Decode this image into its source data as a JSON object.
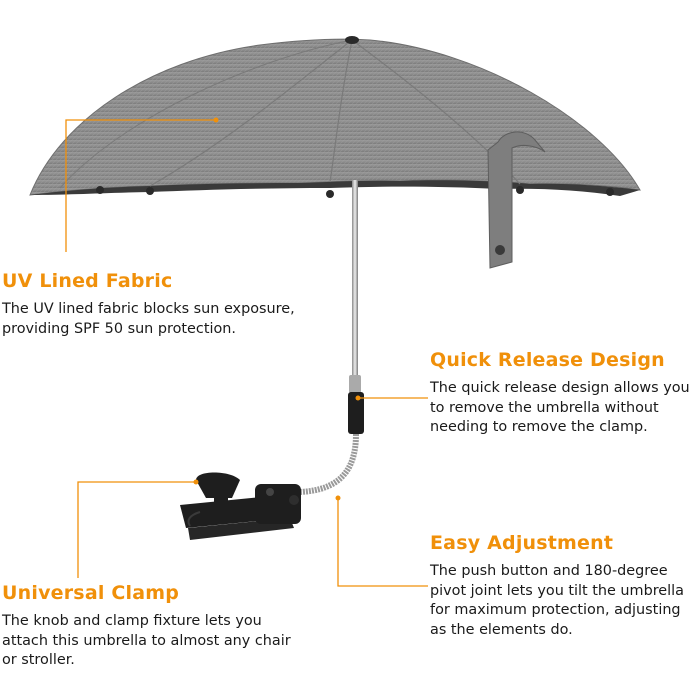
{
  "features": [
    {
      "title": "UV Lined Fabric",
      "lines": [
        "The UV lined fabric blocks sun exposure,",
        "providing SPF 50 sun protection."
      ]
    },
    {
      "title": "Quick Release Design",
      "lines": [
        "The quick release design allows you",
        "to remove the umbrella without",
        "needing to remove the clamp."
      ]
    },
    {
      "title": "Easy Adjustment",
      "lines": [
        "The push button and 180-degree",
        "pivot joint lets you tilt the umbrella",
        "for maximum protection, adjusting",
        "as the elements do."
      ]
    },
    {
      "title": "Universal Clamp",
      "lines": [
        "The knob and clamp fixture lets you",
        "attach this umbrella to almost any chair",
        "or stroller."
      ]
    }
  ],
  "colors": {
    "accent": "#f0900a",
    "fabric": "#8c8c8c",
    "clamp": "#1e1e1e",
    "text": "#1a1a1a"
  }
}
